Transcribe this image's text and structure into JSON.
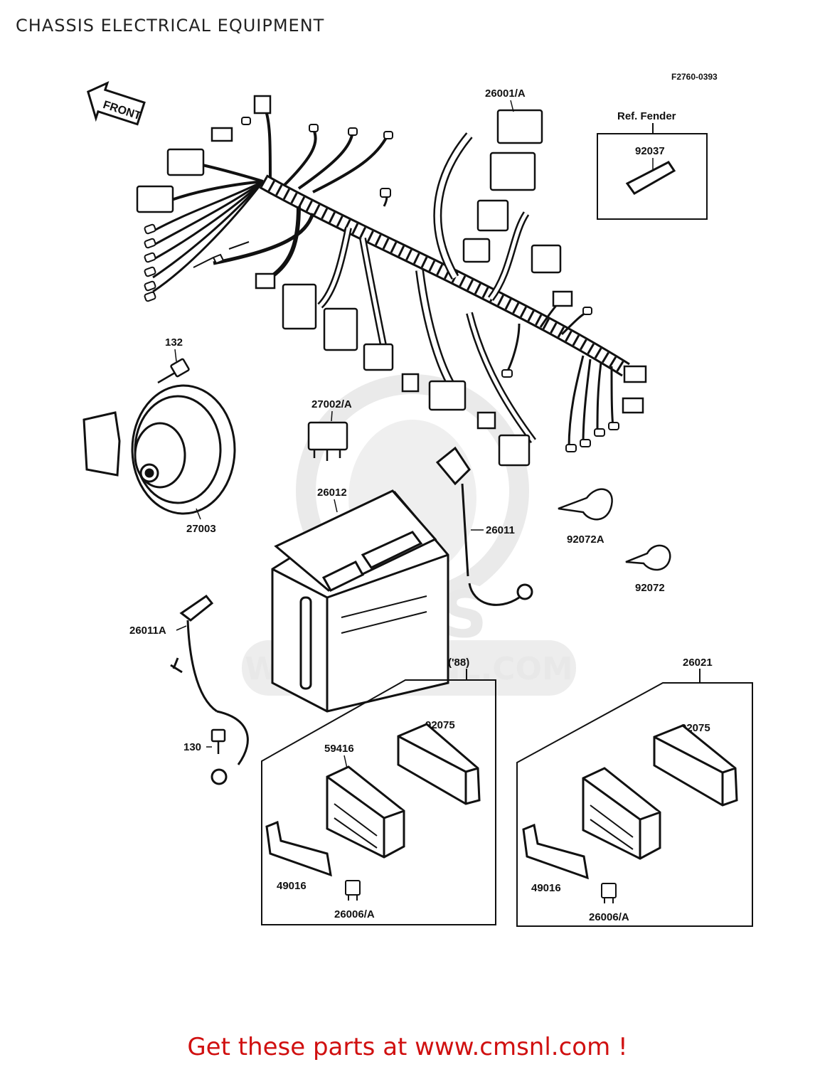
{
  "title": "CHASSIS ELECTRICAL EQUIPMENT",
  "figure_code": "F2760-0393",
  "front_arrow": "FRONT",
  "ref_fender": {
    "title": "Ref. Fender",
    "part": "92037"
  },
  "parts": {
    "harness": "26001/A",
    "horn_bolt": "132",
    "relay": "27002/A",
    "horn": "27003",
    "battery": "26012",
    "battery_lead": "26011",
    "ground_lead": "26011A",
    "clamp_a": "92072A",
    "clamp": "92072",
    "bolt": "130"
  },
  "group_88": {
    "label": "('88)",
    "pad": "92075",
    "junction_box": "59416",
    "bracket": "49016",
    "fuse": "26006/A"
  },
  "group_26021": {
    "label": "26021",
    "pad": "92075",
    "bracket": "49016",
    "fuse": "26006/A"
  },
  "watermark": "WWW.CMSNL.COM",
  "footer": "Get these parts at www.cmsnl.com !"
}
